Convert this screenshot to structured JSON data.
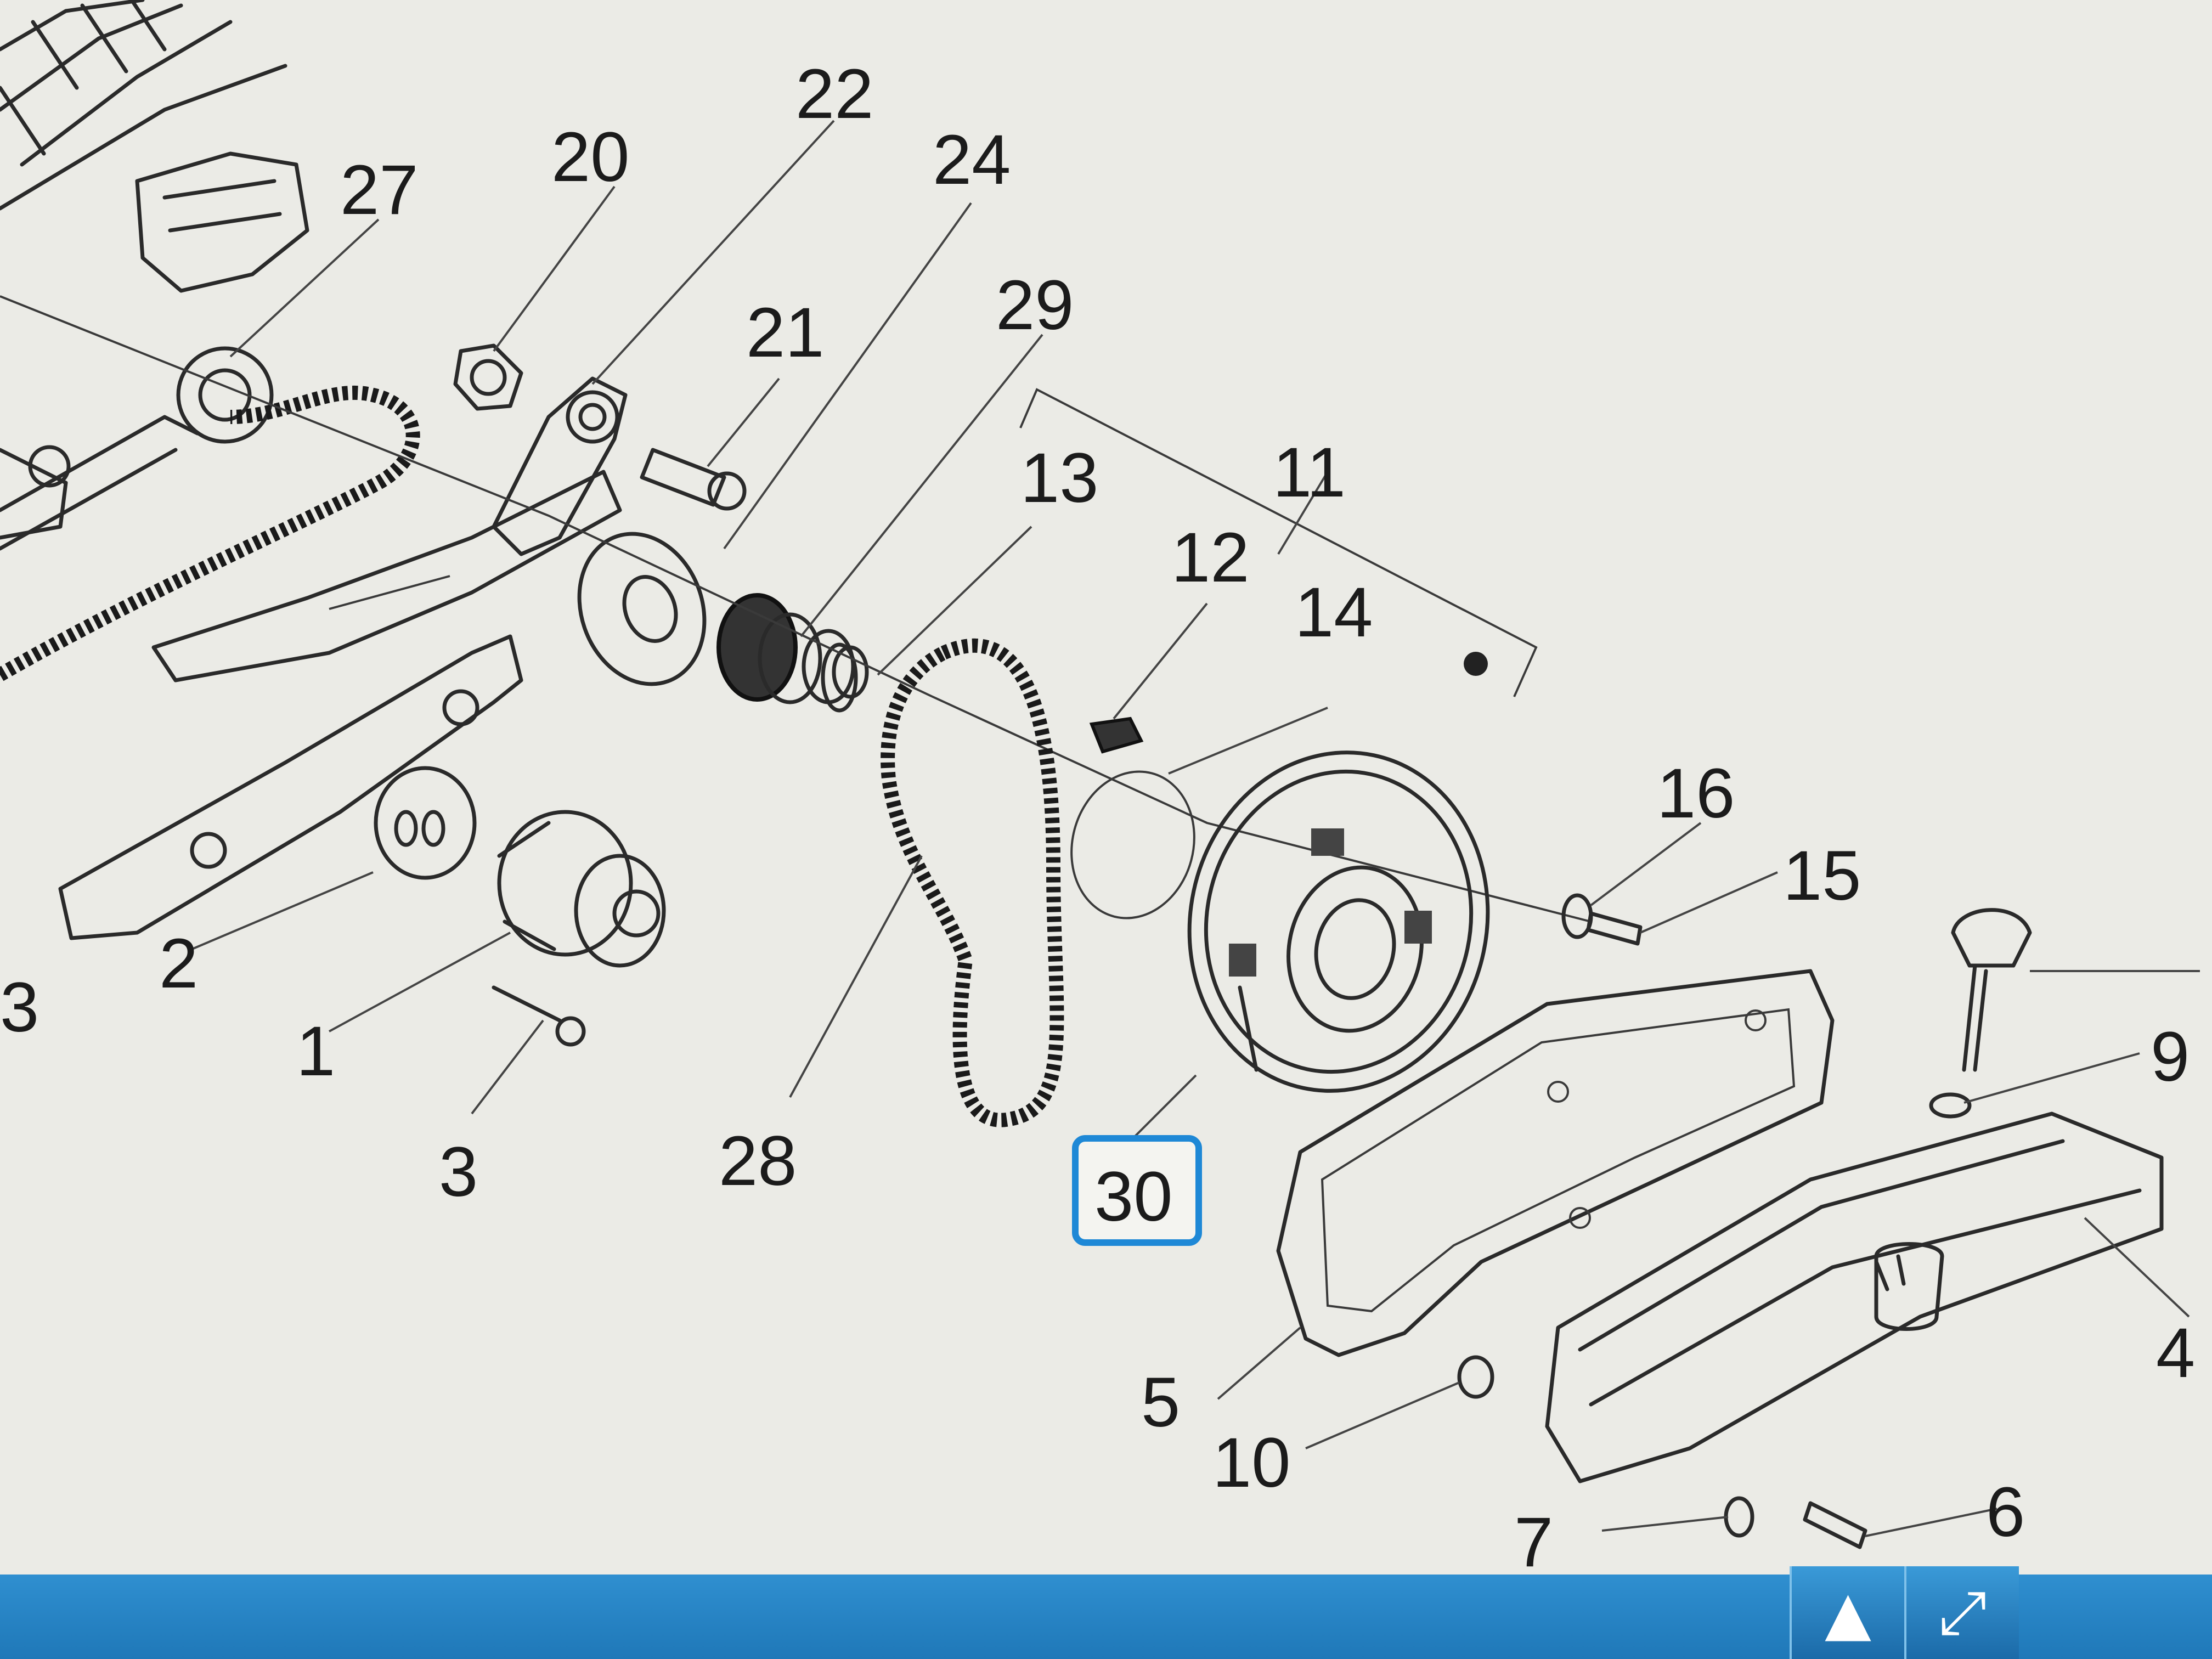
{
  "callouts": {
    "c22": "22",
    "c20": "20",
    "c27": "27",
    "c24": "24",
    "c29": "29",
    "c21": "21",
    "c13": "13",
    "c11": "11",
    "c12": "12",
    "c14": "14",
    "c16": "16",
    "c15": "15",
    "c9": "9",
    "c2": "2",
    "c1": "1",
    "c3a": "3",
    "c3b": "3",
    "c28": "28",
    "c30": "30",
    "c4": "4",
    "c5": "5",
    "c10": "10",
    "c7": "7",
    "c6": "6"
  },
  "colors": {
    "background": "#ebebe6",
    "line": "#2a2a2a",
    "highlight_box": "#1e88d6",
    "bar": "#1f78b8"
  },
  "icons": {
    "scroll_up": "triangle-up-icon",
    "expand": "expand-arrows-icon"
  }
}
